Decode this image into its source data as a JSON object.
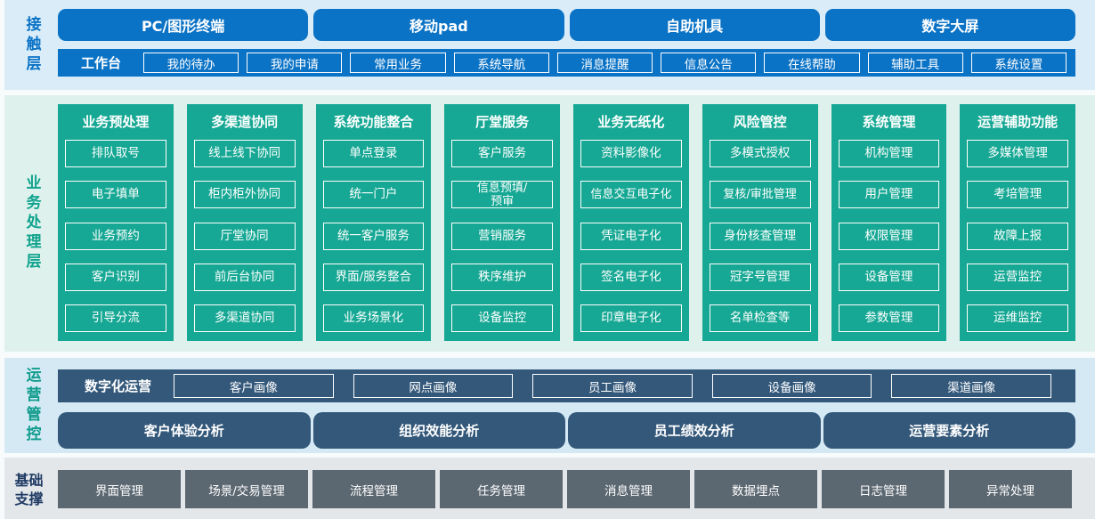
{
  "colors": {
    "primary_blue": "#0b73c6",
    "teal_green": "#16a894",
    "slate_blue": "#33587a",
    "gray": "#5b6771",
    "contact_bg": "#d9ecf8",
    "business_bg": "#def1ec",
    "ops_bg": "#d5e9f5",
    "base_bg": "#e4e7ea"
  },
  "contact_layer": {
    "label": "接触层",
    "terminals": [
      "PC/图形终端",
      "移动pad",
      "自助机具",
      "数字大屏"
    ],
    "workbench": {
      "label": "工作台",
      "items": [
        "我的待办",
        "我的申请",
        "常用业务",
        "系统导航",
        "消息提醒",
        "信息公告",
        "在线帮助",
        "辅助工具",
        "系统设置"
      ]
    }
  },
  "business_layer": {
    "label": "业务处理层",
    "columns": [
      {
        "title": "业务预处理",
        "items": [
          "排队取号",
          "电子填单",
          "业务预约",
          "客户识别",
          "引导分流"
        ]
      },
      {
        "title": "多渠道协同",
        "items": [
          "线上线下协同",
          "柜内柜外协同",
          "厅堂协同",
          "前后台协同",
          "多渠道协同"
        ]
      },
      {
        "title": "系统功能整合",
        "items": [
          "单点登录",
          "统一门户",
          "统一客户服务",
          "界面/服务整合",
          "业务场景化"
        ]
      },
      {
        "title": "厅堂服务",
        "items": [
          "客户服务",
          "信息预填/\n预审",
          "营销服务",
          "秩序维护",
          "设备监控"
        ]
      },
      {
        "title": "业务无纸化",
        "items": [
          "资料影像化",
          "信息交互电子化",
          "凭证电子化",
          "签名电子化",
          "印章电子化"
        ]
      },
      {
        "title": "风险管控",
        "items": [
          "多模式授权",
          "复核/审批管理",
          "身份核查管理",
          "冠字号管理",
          "名单检查等"
        ]
      },
      {
        "title": "系统管理",
        "items": [
          "机构管理",
          "用户管理",
          "权限管理",
          "设备管理",
          "参数管理"
        ]
      },
      {
        "title": "运营辅助功能",
        "items": [
          "多媒体管理",
          "考培管理",
          "故障上报",
          "运营监控",
          "运维监控"
        ]
      }
    ]
  },
  "ops_layer": {
    "label": "运营管控",
    "digital": {
      "label": "数字化运营",
      "items": [
        "客户画像",
        "网点画像",
        "员工画像",
        "设备画像",
        "渠道画像"
      ]
    },
    "analysis": [
      "客户体验分析",
      "组织效能分析",
      "员工绩效分析",
      "运营要素分析"
    ]
  },
  "base_layer": {
    "label": "基础支撑",
    "items": [
      "界面管理",
      "场景/交易管理",
      "流程管理",
      "任务管理",
      "消息管理",
      "数据埋点",
      "日志管理",
      "异常处理"
    ]
  }
}
